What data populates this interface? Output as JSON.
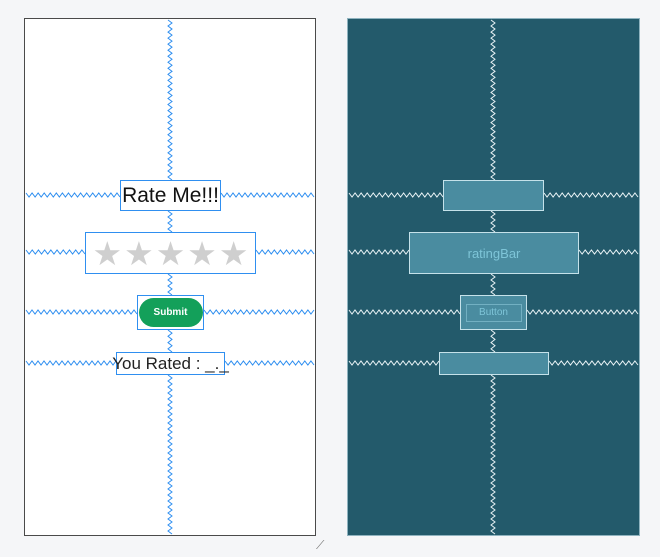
{
  "design": {
    "title_text": "Rate Me!!!",
    "stars": [
      "★",
      "★",
      "★",
      "★",
      "★"
    ],
    "rating_value": 0,
    "rating_max": 5,
    "submit_label": "Submit",
    "result_text": "You Rated : _._"
  },
  "blueprint": {
    "rating_label": "ratingBar",
    "button_label": "Button"
  },
  "colors": {
    "constraint": "#2f8ff0",
    "button": "#13a05a",
    "blueprint_bg": "#235a6b",
    "star_empty": "#cfcfcf"
  },
  "icons": {
    "resize": "resize-handle-icon"
  }
}
